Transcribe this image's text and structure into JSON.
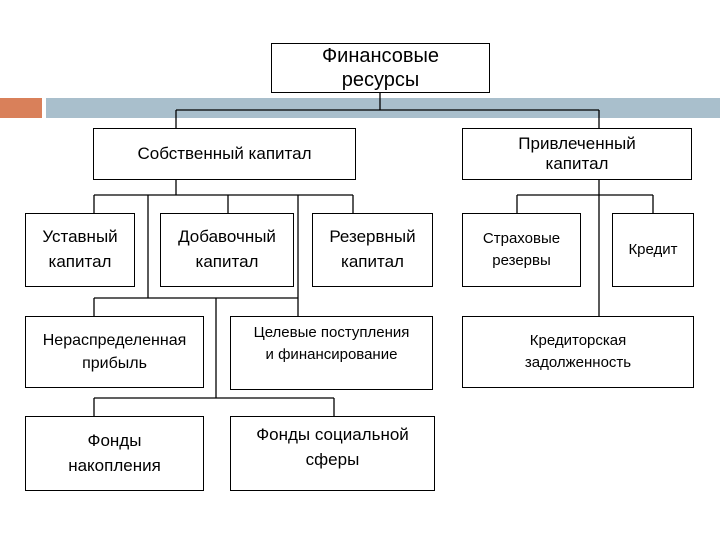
{
  "colors": {
    "accent_orange": "#D9805A",
    "accent_blue": "#A9BFCC",
    "line": "#000000"
  },
  "nodes": {
    "root": "Финансовые\nресурсы",
    "own_capital": "Собственный капитал",
    "borrowed_capital": "Привлеченный\nкапитал",
    "authorized_capital": "Уставный\nкапитал",
    "additional_capital": "Добавочный\nкапитал",
    "reserve_capital": "Резервный\nкапитал",
    "retained_earnings": "Нераспределенная\nприбыль",
    "target_receipts": "Целевые поступления\nи финансирование",
    "accumulation_funds": "Фонды\nнакопления",
    "social_funds": "Фонды социальной\nсферы",
    "insurance_reserves": "Страховые\nрезервы",
    "credit": "Кредит",
    "accounts_payable": "Кредиторская\nзадолженность"
  }
}
